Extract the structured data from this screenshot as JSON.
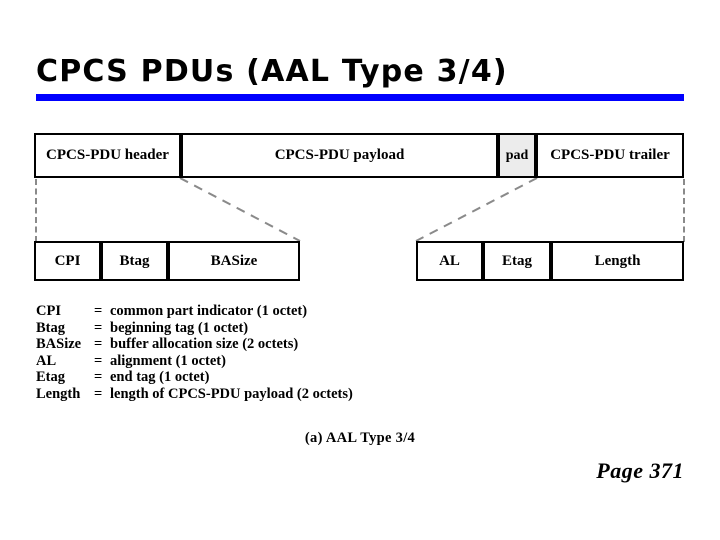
{
  "slide": {
    "title": "CPCS PDUs (AAL Type 3/4)",
    "accent_color": "#0000FF",
    "page_label": "Page 371",
    "figure_caption": "(a) AAL Type 3/4",
    "background_color": "#FFFFFF",
    "shaded_cell_color": "#ECECEC"
  },
  "diagram": {
    "top_row": {
      "name": "cpcs-pdu-structure",
      "cells": [
        {
          "label": "CPCS-PDU header",
          "shaded": false
        },
        {
          "label": "CPCS-PDU payload",
          "shaded": false
        },
        {
          "label": "pad",
          "shaded": true
        },
        {
          "label": "CPCS-PDU trailer",
          "shaded": false
        }
      ]
    },
    "header_detail": {
      "name": "cpcs-pdu-header-fields",
      "cells": [
        {
          "label": "CPI"
        },
        {
          "label": "Btag"
        },
        {
          "label": "BASize"
        }
      ]
    },
    "trailer_detail": {
      "name": "cpcs-pdu-trailer-fields",
      "cells": [
        {
          "label": "AL"
        },
        {
          "label": "Etag"
        },
        {
          "label": "Length"
        }
      ]
    }
  },
  "legend": {
    "rows": [
      {
        "term": "CPI",
        "eq": "=",
        "desc": "common part indicator (1 octet)"
      },
      {
        "term": "Btag",
        "eq": "=",
        "desc": "beginning tag (1 octet)"
      },
      {
        "term": "BASize",
        "eq": "=",
        "desc": "buffer allocation size (2 octets)"
      },
      {
        "term": "AL",
        "eq": "=",
        "desc": "alignment (1 octet)"
      },
      {
        "term": "Etag",
        "eq": "=",
        "desc": "end tag (1 octet)"
      },
      {
        "term": "Length",
        "eq": "=",
        "desc": "length of CPCS-PDU payload (2 octets)"
      }
    ]
  }
}
